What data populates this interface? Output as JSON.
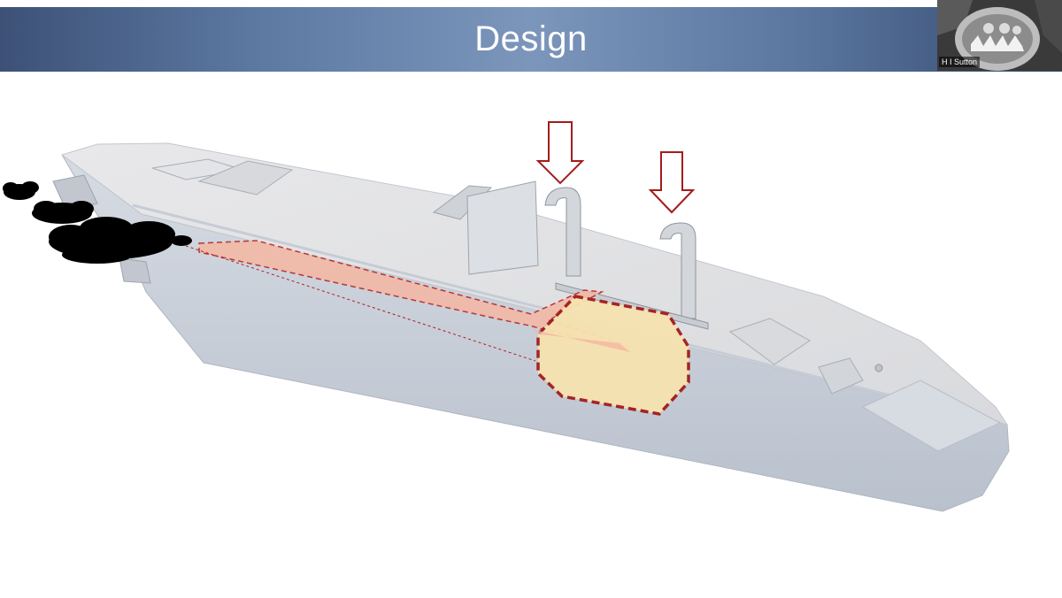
{
  "slide": {
    "title": "Design"
  },
  "webcam": {
    "participant_name": "H I Sutton"
  },
  "diagram": {
    "subject": "semi-submersible-vessel-cutaway",
    "colors": {
      "hull": "#c9d0da",
      "deck": "#e2e2e4",
      "fuel_tank": "#f7e3b0",
      "fuel_line": "#f5b7a3",
      "dashed_outline": "#b01e1e",
      "arrow": "#a31c1c",
      "exhaust_smoke": "#000000"
    },
    "icons": [
      "air-intake-arrow-icon",
      "air-intake-arrow-icon",
      "exhaust-smoke-icon"
    ]
  }
}
